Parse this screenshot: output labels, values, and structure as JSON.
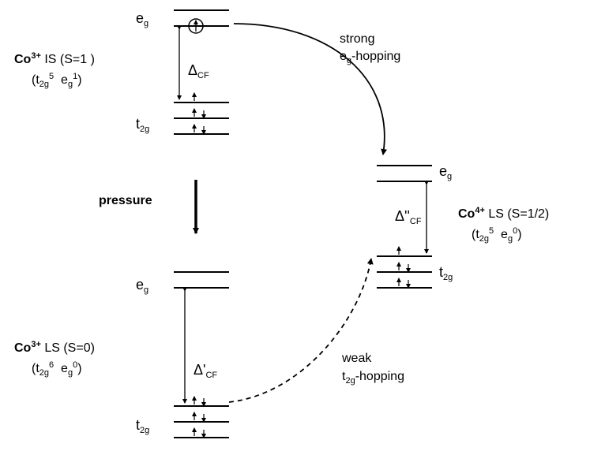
{
  "labels": {
    "eg_main": "e",
    "eg_sub": "g",
    "t2g_main": "t",
    "t2g_sub": "2g",
    "delta": "Δ",
    "delta_sub": "CF",
    "delta_prime": "Δ'",
    "delta_double_prime": "Δ''",
    "pressure": "pressure",
    "strong_1": "strong",
    "strong_2a": "e",
    "strong_2b": "g",
    "strong_2c": "-hopping",
    "weak_1": "weak",
    "weak_2a": "t",
    "weak_2b": "2g",
    "weak_2c": "-hopping"
  },
  "states": {
    "co3_is": {
      "ion": "Co",
      "charge": "3+",
      "spin": "IS (S=1 )",
      "config_t": "(t",
      "t_sub": "2g",
      "t_sup": "5",
      "config_e": "e",
      "e_sub": "g",
      "e_sup": "1",
      "close": ")"
    },
    "co3_ls": {
      "ion": "Co",
      "charge": "3+",
      "spin": "LS (S=0)",
      "config_t": "(t",
      "t_sub": "2g",
      "t_sup": "6",
      "config_e": "e",
      "e_sub": "g",
      "e_sup": "0",
      "close": ")"
    },
    "co4_ls": {
      "ion": "Co",
      "charge": "4+",
      "spin": "LS (S=1/2)",
      "config_t": "(t",
      "t_sub": "2g",
      "t_sup": "5",
      "config_e": "e",
      "e_sub": "g",
      "e_sup": "0",
      "close": ")"
    }
  }
}
